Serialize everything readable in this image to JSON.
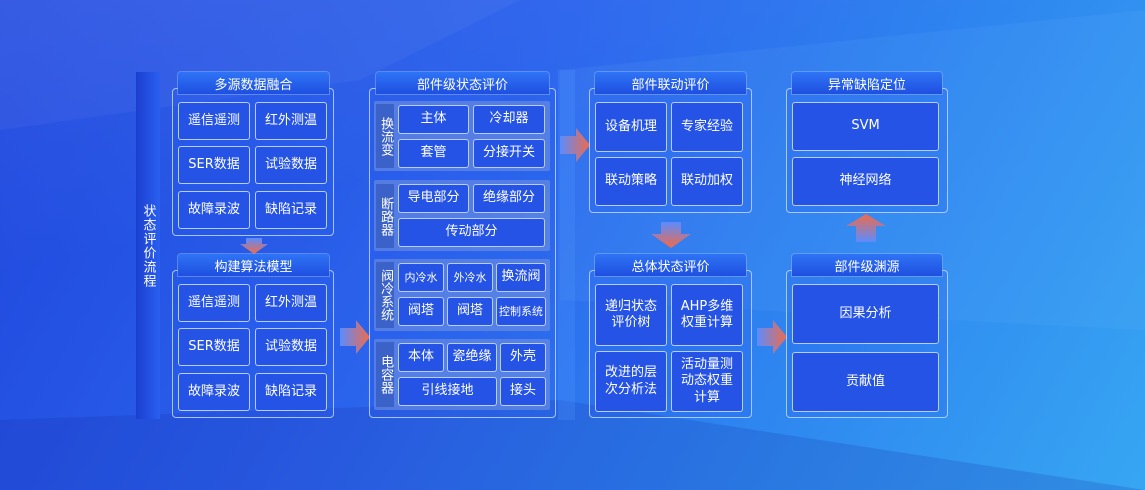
{
  "left_bar": {
    "label": "状态评价流程"
  },
  "panel_a": {
    "title": "多源数据融合",
    "items": [
      "遥信遥测",
      "红外测温",
      "SER数据",
      "试验数据",
      "故障录波",
      "缺陷记录"
    ]
  },
  "panel_b": {
    "title": "构建算法模型",
    "items": [
      "遥信遥测",
      "红外测温",
      "SER数据",
      "试验数据",
      "故障录波",
      "缺陷记录"
    ]
  },
  "panel_c": {
    "title": "部件级状态评价",
    "groups": [
      {
        "name": "换流变",
        "items": [
          "主体",
          "冷却器",
          "套管",
          "分接开关"
        ]
      },
      {
        "name": "断路器",
        "items": [
          "导电部分",
          "绝缘部分",
          "传动部分"
        ]
      },
      {
        "name": "阀冷系统",
        "items": [
          "内冷水",
          "外冷水",
          "换流阀",
          "阀塔",
          "阀塔",
          "控制系统"
        ]
      },
      {
        "name": "电容器",
        "items": [
          "本体",
          "瓷绝缘",
          "外壳",
          "引线接地",
          "接头"
        ]
      }
    ]
  },
  "panel_d": {
    "title": "部件联动评价",
    "items": [
      "设备机理",
      "专家经验",
      "联动策略",
      "联动加权"
    ]
  },
  "panel_e": {
    "title": "异常缺陷定位",
    "items": [
      "SVM",
      "神经网络"
    ]
  },
  "panel_f": {
    "title": "总体状态评价",
    "items": [
      "递归状态\n评价树",
      "AHP多维\n权重计算",
      "改进的层\n次分析法",
      "活动量测\n动态权重\n计算"
    ]
  },
  "panel_g": {
    "title": "部件级渊源",
    "items": [
      "因果分析",
      "贡献值"
    ]
  },
  "colors": {
    "arrow_top": "#5b8cff",
    "arrow_bottom": "#f06a4a",
    "panel_border": "#bed7ff"
  }
}
